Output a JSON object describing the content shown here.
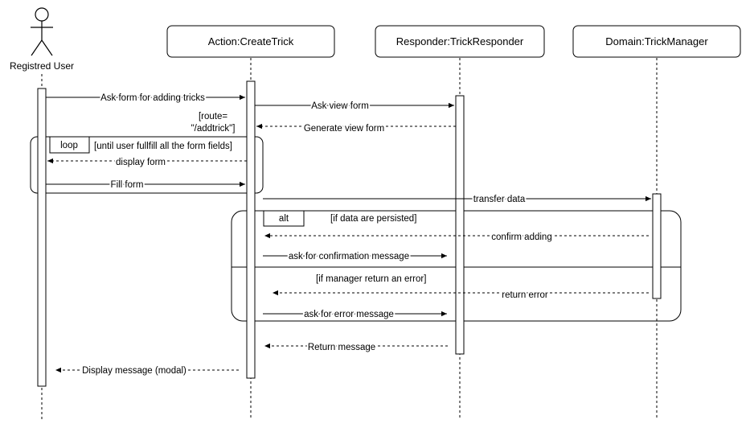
{
  "actor": {
    "label": "Registred User"
  },
  "participants": {
    "create_trick": "Action:CreateTrick",
    "responder": "Responder:TrickResponder",
    "manager": "Domain:TrickManager"
  },
  "fragments": {
    "loop": {
      "keyword": "loop",
      "guard": "[until user fullfill all the form fields]"
    },
    "alt": {
      "keyword": "alt",
      "guard_1": "[if data are persisted]",
      "guard_2": "[if manager return an error]"
    }
  },
  "notes": {
    "route_1": "[route=",
    "route_2": "\"/addtrick\"]"
  },
  "messages": {
    "m1": "Ask form for adding tricks",
    "m2": "Ask view form",
    "m3": "Generate view form",
    "m4": "display  form",
    "m5": "Fill form",
    "m6": "transfer data",
    "m7": "confirm adding",
    "m8": "ask for confirmation message",
    "m9": "return error",
    "m10": "ask for error message",
    "m11": "Return message",
    "m12": "Display message (modal)"
  }
}
